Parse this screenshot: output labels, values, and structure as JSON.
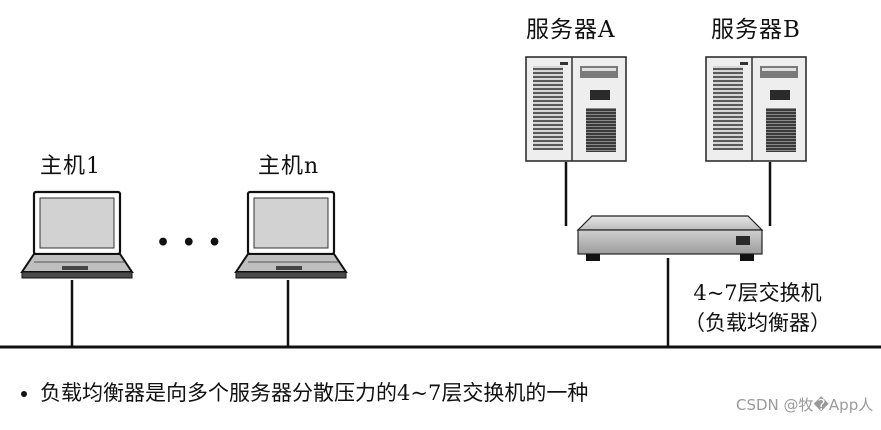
{
  "servers": [
    {
      "label": "服务器A"
    },
    {
      "label": "服务器B"
    }
  ],
  "hosts": [
    {
      "label": "主机1"
    },
    {
      "label": "主机n"
    }
  ],
  "ellipsis": "• • •",
  "switch": {
    "line1": "4~7层交换机",
    "line2": "（负载均衡器）"
  },
  "caption": {
    "bullet": "•",
    "text": "负载均衡器是向多个服务器分散压力的4~7层交换机的一种"
  },
  "watermark": "CSDN @牧�App人"
}
